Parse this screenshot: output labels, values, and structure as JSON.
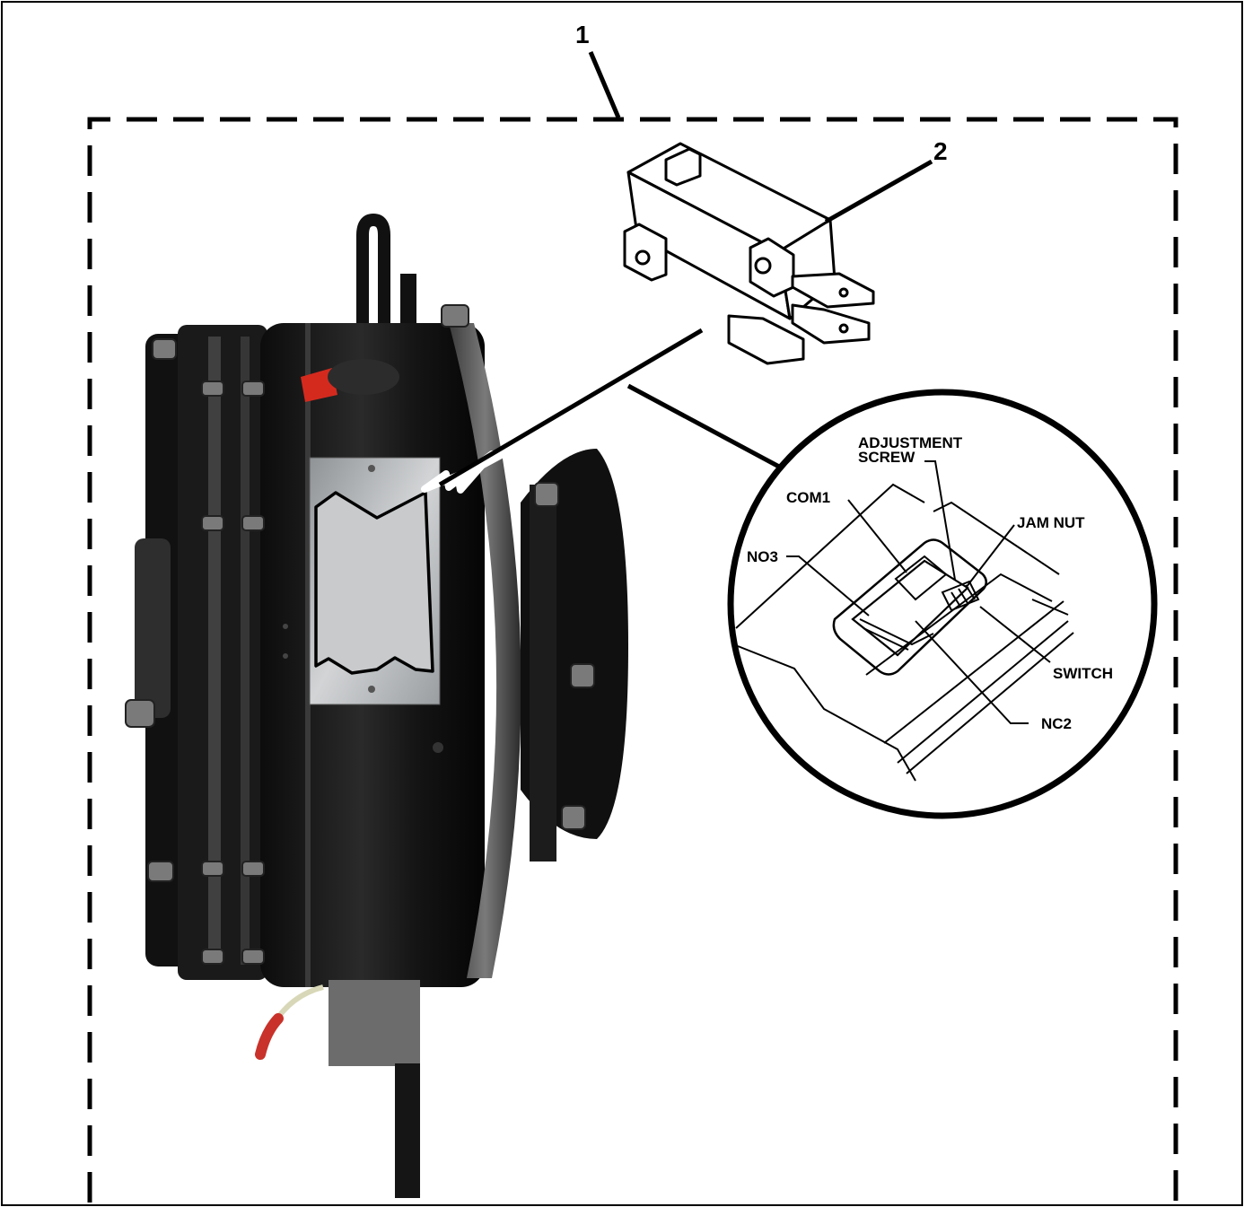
{
  "figure": {
    "callouts": {
      "item_1": "1",
      "item_2": "2"
    },
    "detail_labels": {
      "adjustment_line1": "ADJUSTMENT",
      "adjustment_line2": "SCREW",
      "com1": "COM1",
      "jam_nut": "JAM NUT",
      "no3": "NO3",
      "switch": "SWITCH",
      "nc2": "NC2"
    },
    "colors": {
      "outline": "#000000",
      "housing": "#161616",
      "plate": "#b9bcbe",
      "red_tag": "#d42a1e",
      "paper": "#ffffff"
    }
  }
}
